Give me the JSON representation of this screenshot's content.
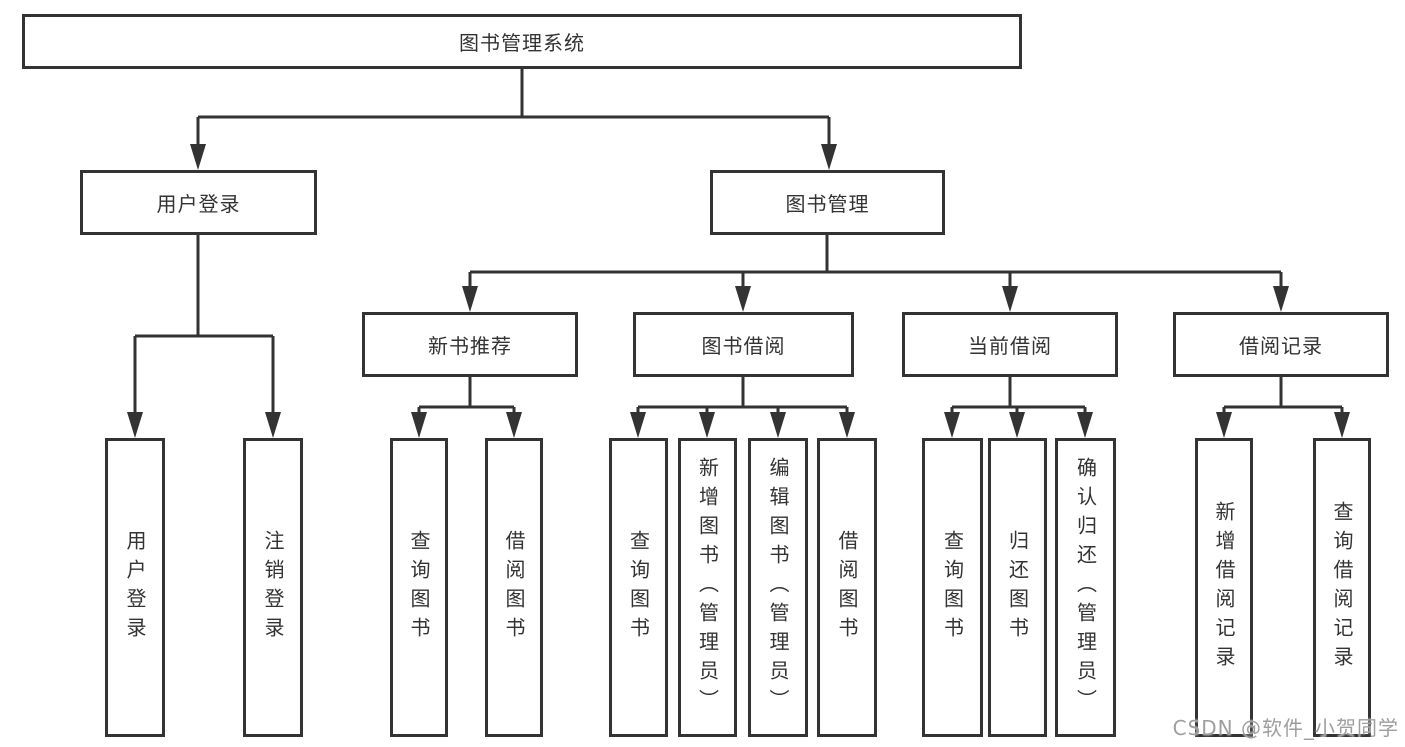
{
  "watermark": "CSDN @软件_小贺同学",
  "colors": {
    "line": "#333333",
    "box_border": "#333333",
    "box_background": "#ffffff",
    "page_background": "#ffffff",
    "watermark_text": "#9e9e9e"
  },
  "tree": {
    "label": "图书管理系统",
    "children": [
      {
        "label": "用户登录",
        "children": [
          {
            "label": "用户登录"
          },
          {
            "label": "注销登录"
          }
        ]
      },
      {
        "label": "图书管理",
        "children": [
          {
            "label": "新书推荐",
            "children": [
              {
                "label": "查询图书"
              },
              {
                "label": "借阅图书"
              }
            ]
          },
          {
            "label": "图书借阅",
            "children": [
              {
                "label": "查询图书"
              },
              {
                "label": "新增图书（管理员）"
              },
              {
                "label": "编辑图书（管理员）"
              },
              {
                "label": "借阅图书"
              }
            ]
          },
          {
            "label": "当前借阅",
            "children": [
              {
                "label": "查询图书"
              },
              {
                "label": "归还图书"
              },
              {
                "label": "确认归还（管理员）"
              }
            ]
          },
          {
            "label": "借阅记录",
            "children": [
              {
                "label": "新增借阅记录"
              },
              {
                "label": "查询借阅记录"
              }
            ]
          }
        ]
      }
    ]
  }
}
